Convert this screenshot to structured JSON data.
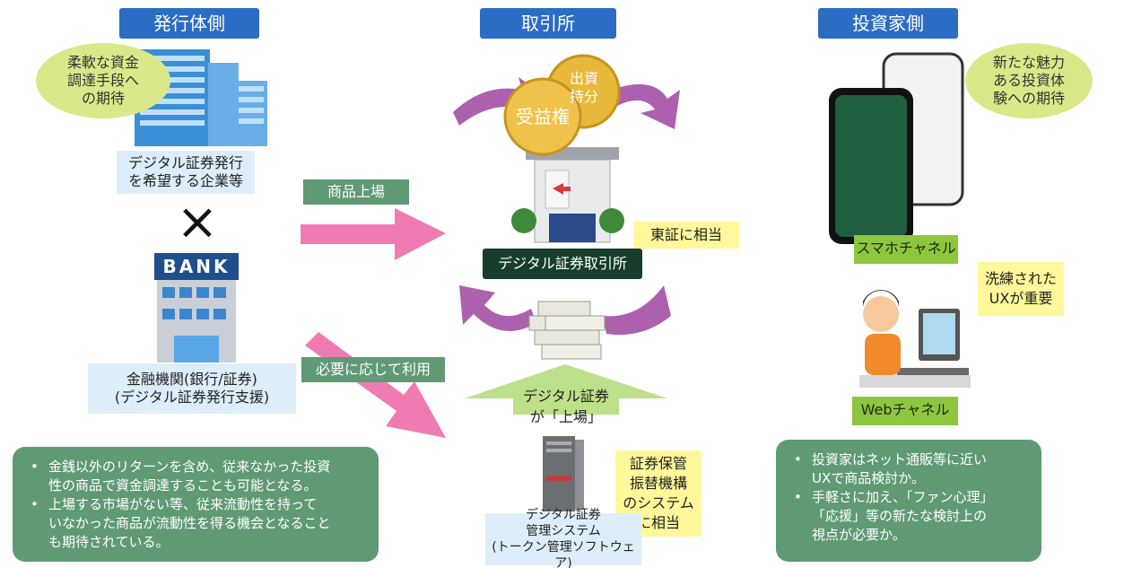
{
  "headers": {
    "issuer": "発行体側",
    "exchange": "取引所",
    "investor": "投資家側"
  },
  "issuer": {
    "expectation": "柔軟な資金\n調達手段へ\nの期待",
    "company_caption": "デジタル証券発行\nを希望する企業等",
    "cross": "×",
    "bank_sign": "BANK",
    "bank_caption": "金融機関(銀行/証券)\n(デジタル証券発行支援)",
    "notes": [
      "金銭以外のリターンを含め、従来なかった投資\n性の商品で資金調達することも可能となる。",
      "上場する市場がない等、従来流動性を持って\nいなかった商品が流動性を得る機会となること\nも期待されている。"
    ]
  },
  "flows": {
    "listing": "商品上場",
    "use_as_needed": "必要に応じて利用",
    "listed_securities": "デジタル証券\nが「上場」"
  },
  "exchange": {
    "coin_front": "受益権",
    "coin_back": "出資\n持分",
    "name": "デジタル証券取引所",
    "tse_equivalent": "東証に相当",
    "custody_equivalent": "証券保管\n振替機構\nのシステム\nに相当",
    "system_caption": "デジタル証券\n管理システム\n(トークン管理ソフトウェア)"
  },
  "investor": {
    "expectation": "新たな魅力\nある投資体\n験への期待",
    "smartphone_channel": "スマホチャネル",
    "ux_note": "洗練された\nUXが重要",
    "web_channel": "Webチャネル",
    "notes": [
      "投資家はネット通販等に近い\nUXで商品検討か。",
      "手軽さに加え、「ファン心理」\n「応援」等の新たな検討上の\n視点が必要か。"
    ]
  },
  "colors": {
    "header_blue": "#2b6cc4",
    "ellipse_green": "#dbe88a",
    "caption_blue": "#ddeefa",
    "tag_green": "#5f9a74",
    "tag_yellow": "#fff89a",
    "arrow_pink": "#f07bb3",
    "arrow_purple": "#a44fa4",
    "arrow_lightgreen": "#bde08a",
    "exchange_dark": "#173e2c",
    "channel_green": "#8ec63f",
    "coin_gold": "#e8b83a"
  },
  "icons": {
    "office_building": "office-building-icon",
    "bank_building": "bank-building-icon",
    "exchange_building": "stock-exchange-icon",
    "coins": "coin-icon",
    "money_stack": "money-stack-icon",
    "server": "server-icon",
    "smartphone": "smartphone-icon",
    "person_pc": "person-at-computer-icon"
  }
}
